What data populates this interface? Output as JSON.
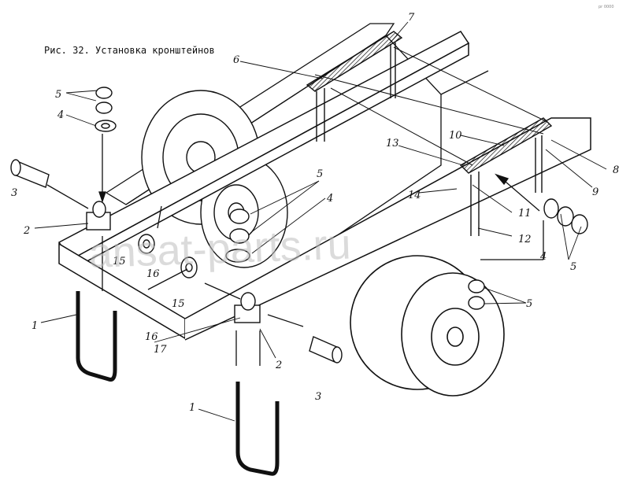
{
  "caption": "Рис. 32. Установка кронштейнов",
  "watermark": "ansat-parts.ru",
  "corner_mark": "pr 0000",
  "callouts": {
    "c1a": "1",
    "c1b": "1",
    "c2a": "2",
    "c2b": "2",
    "c3a": "3",
    "c3b": "3",
    "c4a": "4",
    "c4b": "4",
    "c4c": "4",
    "c5a": "5",
    "c5b": "5",
    "c5c": "5",
    "c5d": "5",
    "c6": "6",
    "c7": "7",
    "c8": "8",
    "c9": "9",
    "c10": "10",
    "c11": "11",
    "c12": "12",
    "c13": "13",
    "c14": "14",
    "c15a": "15",
    "c15b": "15",
    "c16a": "16",
    "c16b": "16",
    "c17": "17"
  },
  "colors": {
    "ink": "#111111",
    "paper": "#ffffff",
    "watermark": "#bdbdbd"
  }
}
